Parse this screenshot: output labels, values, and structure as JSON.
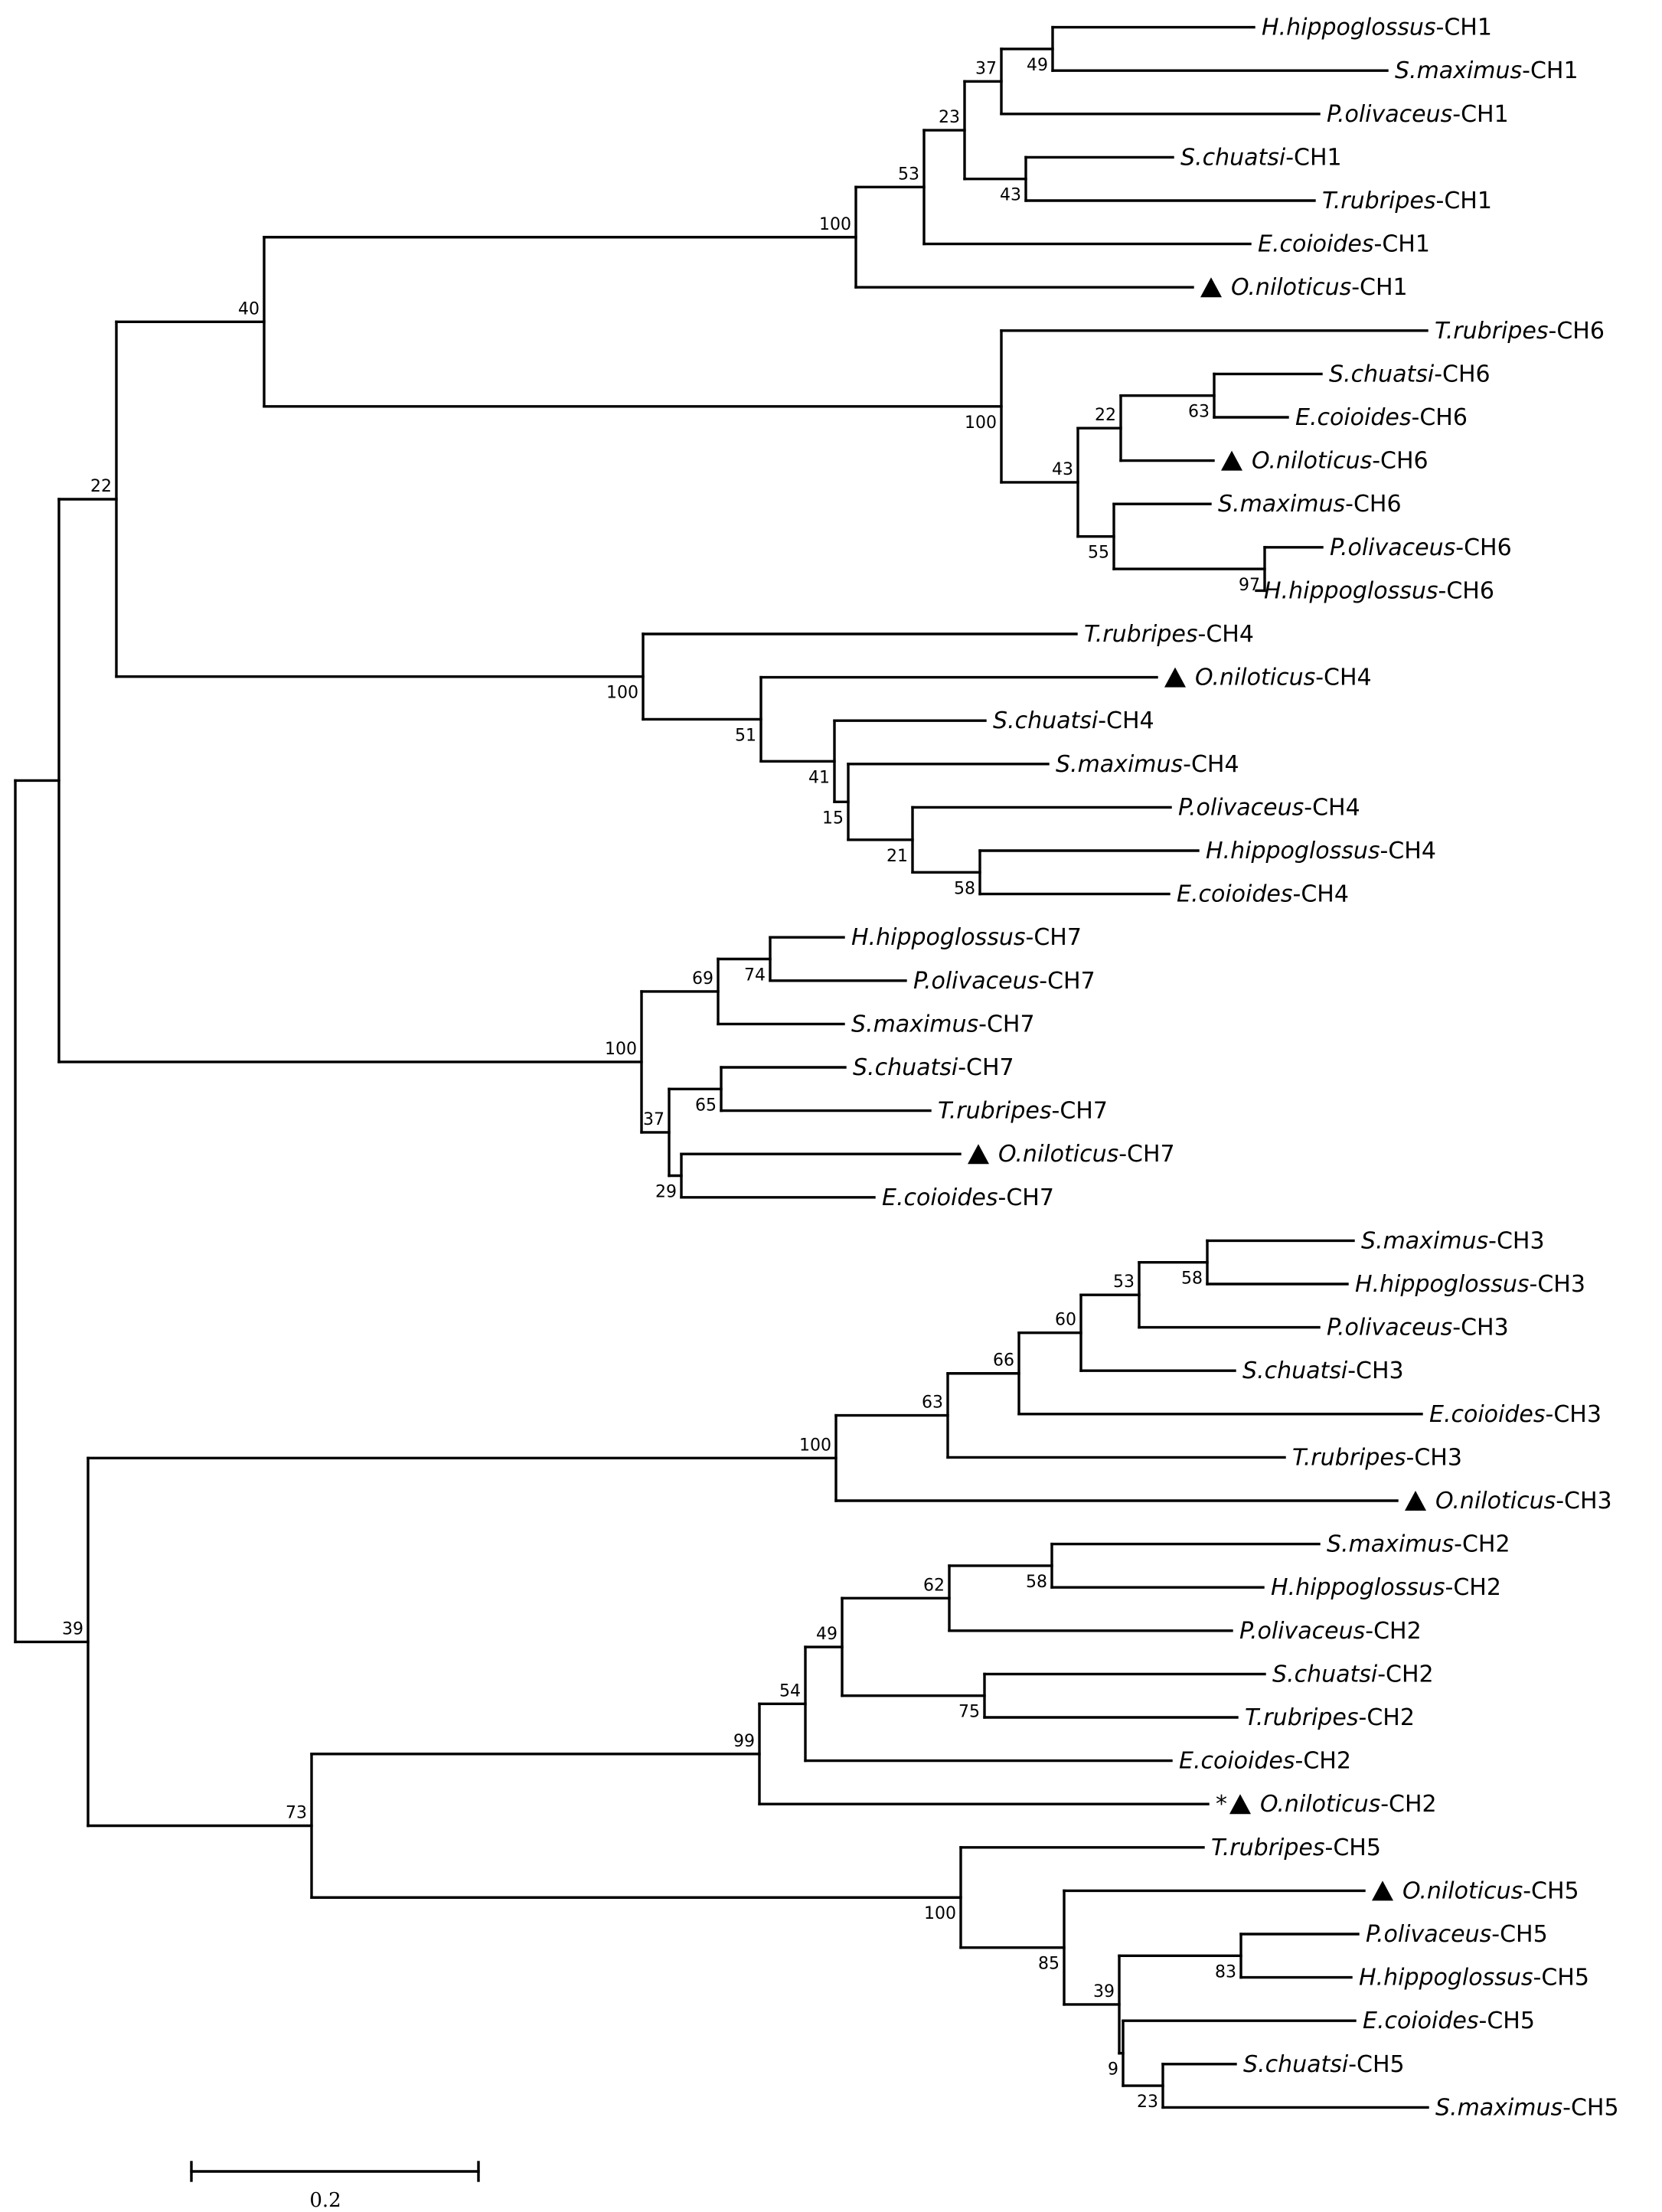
{
  "tree": {
    "leaves": [
      {
        "id": "L1",
        "genus": "H.hippoglossus",
        "gene": "CH1"
      },
      {
        "id": "L2",
        "genus": "S.maximus",
        "gene": "CH1"
      },
      {
        "id": "L3",
        "genus": "P.olivaceus",
        "gene": "CH1"
      },
      {
        "id": "L4",
        "genus": "S.chuatsi",
        "gene": "CH1"
      },
      {
        "id": "L5",
        "genus": "T.rubripes",
        "gene": "CH1"
      },
      {
        "id": "L6",
        "genus": "E.coioides",
        "gene": "CH1"
      },
      {
        "id": "L7",
        "genus": "O.niloticus",
        "gene": "CH1",
        "triangle": true
      },
      {
        "id": "L8",
        "genus": "T.rubripes",
        "gene": "CH6"
      },
      {
        "id": "L9",
        "genus": "S.chuatsi",
        "gene": "CH6"
      },
      {
        "id": "L10",
        "genus": "E.coioides",
        "gene": "CH6"
      },
      {
        "id": "L11",
        "genus": "O.niloticus",
        "gene": "CH6",
        "triangle": true
      },
      {
        "id": "L12",
        "genus": "S.maximus",
        "gene": "CH6"
      },
      {
        "id": "L13",
        "genus": "P.olivaceus",
        "gene": "CH6"
      },
      {
        "id": "L14",
        "genus": "H.hippoglossus",
        "gene": "CH6"
      },
      {
        "id": "L15",
        "genus": "T.rubripes",
        "gene": "CH4"
      },
      {
        "id": "L16",
        "genus": "O.niloticus",
        "gene": "CH4",
        "triangle": true
      },
      {
        "id": "L17",
        "genus": "S.chuatsi",
        "gene": "CH4"
      },
      {
        "id": "L18",
        "genus": "S.maximus",
        "gene": "CH4"
      },
      {
        "id": "L19",
        "genus": "P.olivaceus",
        "gene": "CH4"
      },
      {
        "id": "L20",
        "genus": "H.hippoglossus",
        "gene": "CH4"
      },
      {
        "id": "L21",
        "genus": "E.coioides",
        "gene": "CH4"
      },
      {
        "id": "L22",
        "genus": "H.hippoglossus",
        "gene": "CH7"
      },
      {
        "id": "L23",
        "genus": "P.olivaceus",
        "gene": "CH7"
      },
      {
        "id": "L24",
        "genus": "S.maximus",
        "gene": "CH7"
      },
      {
        "id": "L25",
        "genus": "S.chuatsi",
        "gene": "CH7"
      },
      {
        "id": "L26",
        "genus": "T.rubripes",
        "gene": "CH7"
      },
      {
        "id": "L27",
        "genus": "O.niloticus",
        "gene": "CH7",
        "triangle": true
      },
      {
        "id": "L28",
        "genus": "E.coioides",
        "gene": "CH7"
      },
      {
        "id": "L29",
        "genus": "S.maximus",
        "gene": "CH3"
      },
      {
        "id": "L30",
        "genus": "H.hippoglossus",
        "gene": "CH3"
      },
      {
        "id": "L31",
        "genus": "P.olivaceus",
        "gene": "CH3"
      },
      {
        "id": "L32",
        "genus": "S.chuatsi",
        "gene": "CH3"
      },
      {
        "id": "L33",
        "genus": "E.coioides",
        "gene": "CH3"
      },
      {
        "id": "L34",
        "genus": "T.rubripes",
        "gene": "CH3"
      },
      {
        "id": "L35",
        "genus": "O.niloticus",
        "gene": "CH3",
        "triangle": true
      },
      {
        "id": "L36",
        "genus": "S.maximus",
        "gene": "CH2"
      },
      {
        "id": "L37",
        "genus": "H.hippoglossus",
        "gene": "CH2"
      },
      {
        "id": "L38",
        "genus": "P.olivaceus",
        "gene": "CH2"
      },
      {
        "id": "L39",
        "genus": "S.chuatsi",
        "gene": "CH2"
      },
      {
        "id": "L40",
        "genus": "T.rubripes",
        "gene": "CH2"
      },
      {
        "id": "L41",
        "genus": "E.coioides",
        "gene": "CH2"
      },
      {
        "id": "L42",
        "genus": "O.niloticus",
        "gene": "CH2",
        "triangle": true,
        "prefix": "*"
      },
      {
        "id": "L43",
        "genus": "T.rubripes",
        "gene": "CH5"
      },
      {
        "id": "L44",
        "genus": "O.niloticus",
        "gene": "CH5",
        "triangle": true
      },
      {
        "id": "L45",
        "genus": "P.olivaceus",
        "gene": "CH5"
      },
      {
        "id": "L46",
        "genus": "H.hippoglossus",
        "gene": "CH5"
      },
      {
        "id": "L47",
        "genus": "E.coioides",
        "gene": "CH5"
      },
      {
        "id": "L48",
        "genus": "S.chuatsi",
        "gene": "CH5"
      },
      {
        "id": "L49",
        "genus": "S.maximus",
        "gene": "CH5"
      }
    ],
    "nodes": [
      {
        "id": "n49",
        "support": "49",
        "children": [
          "L1",
          "L2"
        ]
      },
      {
        "id": "n37",
        "support": "37",
        "children": [
          "n49",
          "L3"
        ]
      },
      {
        "id": "n43a",
        "support": "43",
        "children": [
          "L4",
          "L5"
        ]
      },
      {
        "id": "n23a",
        "support": "23",
        "children": [
          "n37",
          "n43a"
        ]
      },
      {
        "id": "n53a",
        "support": "53",
        "children": [
          "n23a",
          "L6"
        ]
      },
      {
        "id": "n100a",
        "support": "100",
        "children": [
          "n53a",
          "L7"
        ]
      },
      {
        "id": "n63a",
        "support": "63",
        "children": [
          "L9",
          "L10"
        ]
      },
      {
        "id": "n22a",
        "support": "22",
        "children": [
          "n63a",
          "L11"
        ]
      },
      {
        "id": "n97",
        "support": "97",
        "children": [
          "L13",
          "L14"
        ]
      },
      {
        "id": "n55",
        "support": "55",
        "children": [
          "L12",
          "n97"
        ]
      },
      {
        "id": "n43b",
        "support": "43",
        "children": [
          "n22a",
          "n55"
        ]
      },
      {
        "id": "n100b",
        "support": "100",
        "children": [
          "L8",
          "n43b"
        ]
      },
      {
        "id": "n40",
        "support": "40",
        "children": [
          "n100a",
          "n100b"
        ]
      },
      {
        "id": "n58a",
        "support": "58",
        "children": [
          "L20",
          "L21"
        ]
      },
      {
        "id": "n21",
        "support": "21",
        "children": [
          "L19",
          "n58a"
        ]
      },
      {
        "id": "n15",
        "support": "15",
        "children": [
          "L18",
          "n21"
        ]
      },
      {
        "id": "n41",
        "support": "41",
        "children": [
          "L17",
          "n15"
        ]
      },
      {
        "id": "n51",
        "support": "51",
        "children": [
          "L16",
          "n41"
        ]
      },
      {
        "id": "n100c",
        "support": "100",
        "children": [
          "L15",
          "n51"
        ]
      },
      {
        "id": "n22b",
        "support": "22",
        "children": [
          "n40",
          "n100c"
        ]
      },
      {
        "id": "n74",
        "support": "74",
        "children": [
          "L22",
          "L23"
        ]
      },
      {
        "id": "n69",
        "support": "69",
        "children": [
          "n74",
          "L24"
        ]
      },
      {
        "id": "n65",
        "support": "65",
        "children": [
          "L25",
          "L26"
        ]
      },
      {
        "id": "n29",
        "support": "29",
        "children": [
          "L27",
          "L28"
        ]
      },
      {
        "id": "n37b",
        "support": "37",
        "children": [
          "n65",
          "n29"
        ]
      },
      {
        "id": "n100d",
        "support": "100",
        "children": [
          "n69",
          "n37b"
        ]
      },
      {
        "id": "nA",
        "support": "",
        "children": [
          "n22b",
          "n100d"
        ]
      },
      {
        "id": "n58b",
        "support": "58",
        "children": [
          "L29",
          "L30"
        ]
      },
      {
        "id": "n53b",
        "support": "53",
        "children": [
          "n58b",
          "L31"
        ]
      },
      {
        "id": "n60",
        "support": "60",
        "children": [
          "n53b",
          "L32"
        ]
      },
      {
        "id": "n66",
        "support": "66",
        "children": [
          "n60",
          "L33"
        ]
      },
      {
        "id": "n63b",
        "support": "63",
        "children": [
          "n66",
          "L34"
        ]
      },
      {
        "id": "n100e",
        "support": "100",
        "children": [
          "n63b",
          "L35"
        ]
      },
      {
        "id": "n58c",
        "support": "58",
        "children": [
          "L36",
          "L37"
        ]
      },
      {
        "id": "n62",
        "support": "62",
        "children": [
          "n58c",
          "L38"
        ]
      },
      {
        "id": "n75",
        "support": "75",
        "children": [
          "L39",
          "L40"
        ]
      },
      {
        "id": "n49b",
        "support": "49",
        "children": [
          "n62",
          "n75"
        ]
      },
      {
        "id": "n54",
        "support": "54",
        "children": [
          "n49b",
          "L41"
        ]
      },
      {
        "id": "n99",
        "support": "99",
        "children": [
          "n54",
          "L42"
        ]
      },
      {
        "id": "n83",
        "support": "83",
        "children": [
          "L45",
          "L46"
        ]
      },
      {
        "id": "n23b",
        "support": "23",
        "children": [
          "L48",
          "L49"
        ]
      },
      {
        "id": "n9",
        "support": "9",
        "children": [
          "L47",
          "n23b"
        ]
      },
      {
        "id": "n39a",
        "support": "39",
        "children": [
          "n83",
          "n9"
        ]
      },
      {
        "id": "n85",
        "support": "85",
        "children": [
          "L44",
          "n39a"
        ]
      },
      {
        "id": "n100f",
        "support": "100",
        "children": [
          "L43",
          "n85"
        ]
      },
      {
        "id": "n73",
        "support": "73",
        "children": [
          "n99",
          "n100f"
        ]
      },
      {
        "id": "n39b",
        "support": "39",
        "children": [
          "n100e",
          "n73"
        ]
      },
      {
        "id": "root",
        "support": "",
        "children": [
          "nA",
          "n39b"
        ]
      }
    ]
  },
  "scale_bar": {
    "label": "0.2"
  }
}
